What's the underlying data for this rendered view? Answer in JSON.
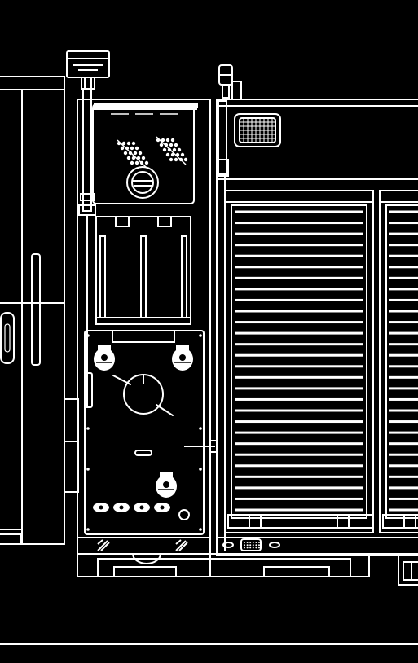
{
  "drawing": {
    "background": "#000000",
    "line_color": "#ffffff",
    "louver_count": 28,
    "fitting_count": 4,
    "components": [
      "left-cabinet",
      "top-valve",
      "central-column",
      "upper-tank",
      "frame-module",
      "base-panel",
      "side-cabinet",
      "ventilation-grille",
      "louvered-door",
      "plinth",
      "floor-line"
    ]
  }
}
